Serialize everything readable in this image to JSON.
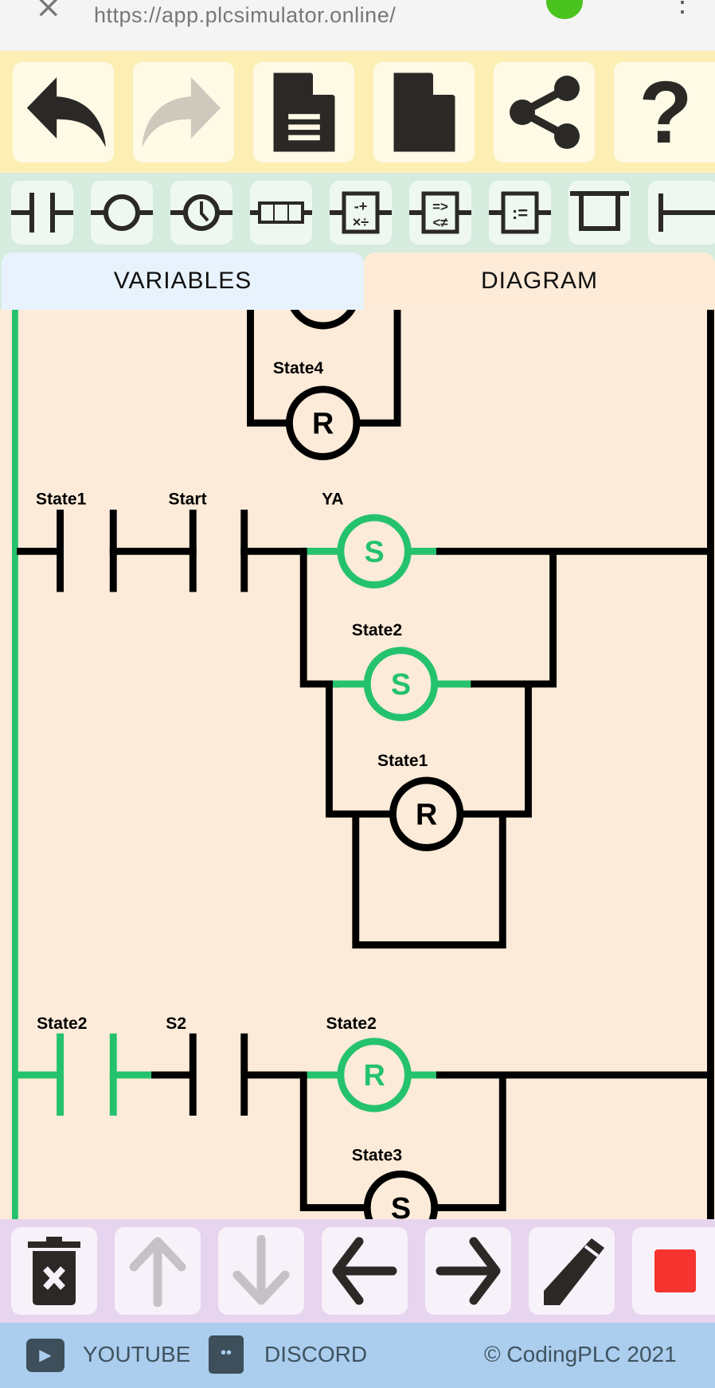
{
  "browser": {
    "url": "https://app.plcsimulator.online/"
  },
  "toolbar_top": [
    {
      "icon": "undo-icon"
    },
    {
      "icon": "redo-icon"
    },
    {
      "icon": "open-document-icon"
    },
    {
      "icon": "new-document-icon"
    },
    {
      "icon": "share-icon"
    },
    {
      "icon": "help-icon"
    }
  ],
  "toolbar_elements": [
    {
      "icon": "contact-icon"
    },
    {
      "icon": "coil-icon"
    },
    {
      "icon": "timer-icon"
    },
    {
      "icon": "counter-icon"
    },
    {
      "icon": "math-icon"
    },
    {
      "icon": "compare-icon"
    },
    {
      "icon": "assign-icon"
    },
    {
      "icon": "branch-icon"
    },
    {
      "icon": "wire-icon"
    }
  ],
  "tabs": {
    "variables": "VARIABLES",
    "diagram": "DIAGRAM",
    "active": "diagram"
  },
  "diagram": {
    "colors": {
      "active": "#25c26e",
      "inactive": "#000000"
    },
    "top": {
      "coil_label": "State4",
      "coil_type": "R"
    },
    "rung1": {
      "contacts": [
        "State1",
        "Start"
      ],
      "coils": [
        {
          "label": "YA",
          "type": "S",
          "active": true
        },
        {
          "label": "State2",
          "type": "S",
          "active": true
        },
        {
          "label": "State1",
          "type": "R",
          "active": false
        }
      ]
    },
    "rung2": {
      "contacts": [
        "State2",
        "S2"
      ],
      "coils": [
        {
          "label": "State2",
          "type": "R",
          "active": true
        },
        {
          "label": "State3",
          "type": "S",
          "active": false
        }
      ]
    }
  },
  "toolbar_bottom": [
    {
      "icon": "delete-icon"
    },
    {
      "icon": "move-up-icon"
    },
    {
      "icon": "move-down-icon"
    },
    {
      "icon": "move-left-icon"
    },
    {
      "icon": "move-right-icon"
    },
    {
      "icon": "edit-icon"
    },
    {
      "icon": "stop-icon"
    }
  ],
  "footer": {
    "youtube": "YOUTUBE",
    "discord": "DISCORD",
    "copyright": "© CodingPLC 2021"
  }
}
